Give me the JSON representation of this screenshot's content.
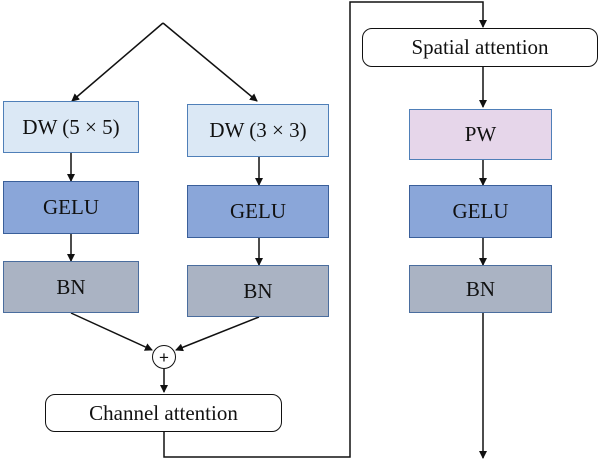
{
  "branch_left": {
    "dw_label": "DW (5 × 5)",
    "gelu_label": "GELU",
    "bn_label": "BN"
  },
  "branch_right": {
    "dw_label": "DW (3 × 3)",
    "gelu_label": "GELU",
    "bn_label": "BN"
  },
  "merge": {
    "symbol": "+"
  },
  "channel_attention_label": "Channel attention",
  "spatial_branch": {
    "attention_label": "Spatial attention",
    "pw_label": "PW",
    "gelu_label": "GELU",
    "bn_label": "BN"
  },
  "colors": {
    "dw_fill": "#dbe8f5",
    "gelu_fill": "#8aa6d9",
    "bn_fill": "#aab3c3",
    "pw_fill": "#e6d6ea",
    "stroke": "#111111"
  }
}
